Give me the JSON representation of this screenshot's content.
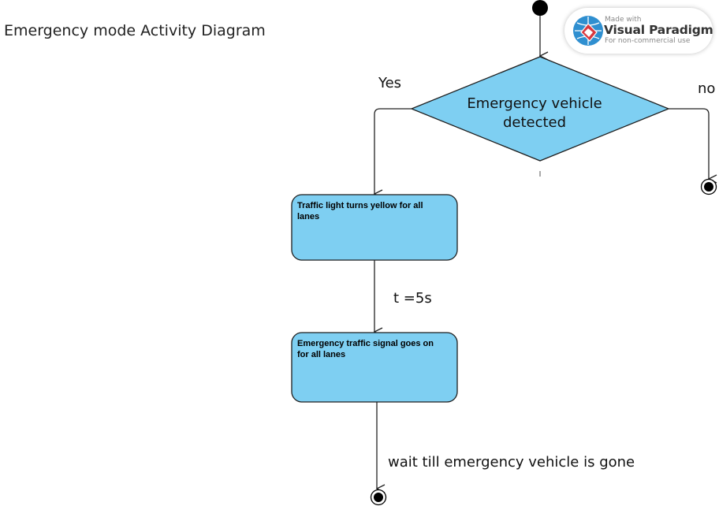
{
  "diagram": {
    "title": "Emergency mode Activity Diagram",
    "decision": {
      "line1": "Emergency vehicle",
      "line2": "detected"
    },
    "edges": {
      "yes": "Yes",
      "no": "no",
      "timer": "t =5s",
      "wait": "wait till emergency vehicle is gone"
    },
    "activities": [
      {
        "line1": "Traffic light turns yellow for all",
        "line2": "lanes"
      },
      {
        "line1": "Emergency traffic signal goes on",
        "line2": "for all lanes"
      }
    ]
  },
  "watermark": {
    "made_with": "Made with",
    "brand": "Visual Paradigm",
    "usage": "For non-commercial use"
  },
  "colors": {
    "node_fill": "#7ecff2",
    "node_stroke": "#1f1f1f",
    "line": "#222222",
    "logo_blue": "#2f8fd0",
    "logo_red": "#d8383f"
  }
}
